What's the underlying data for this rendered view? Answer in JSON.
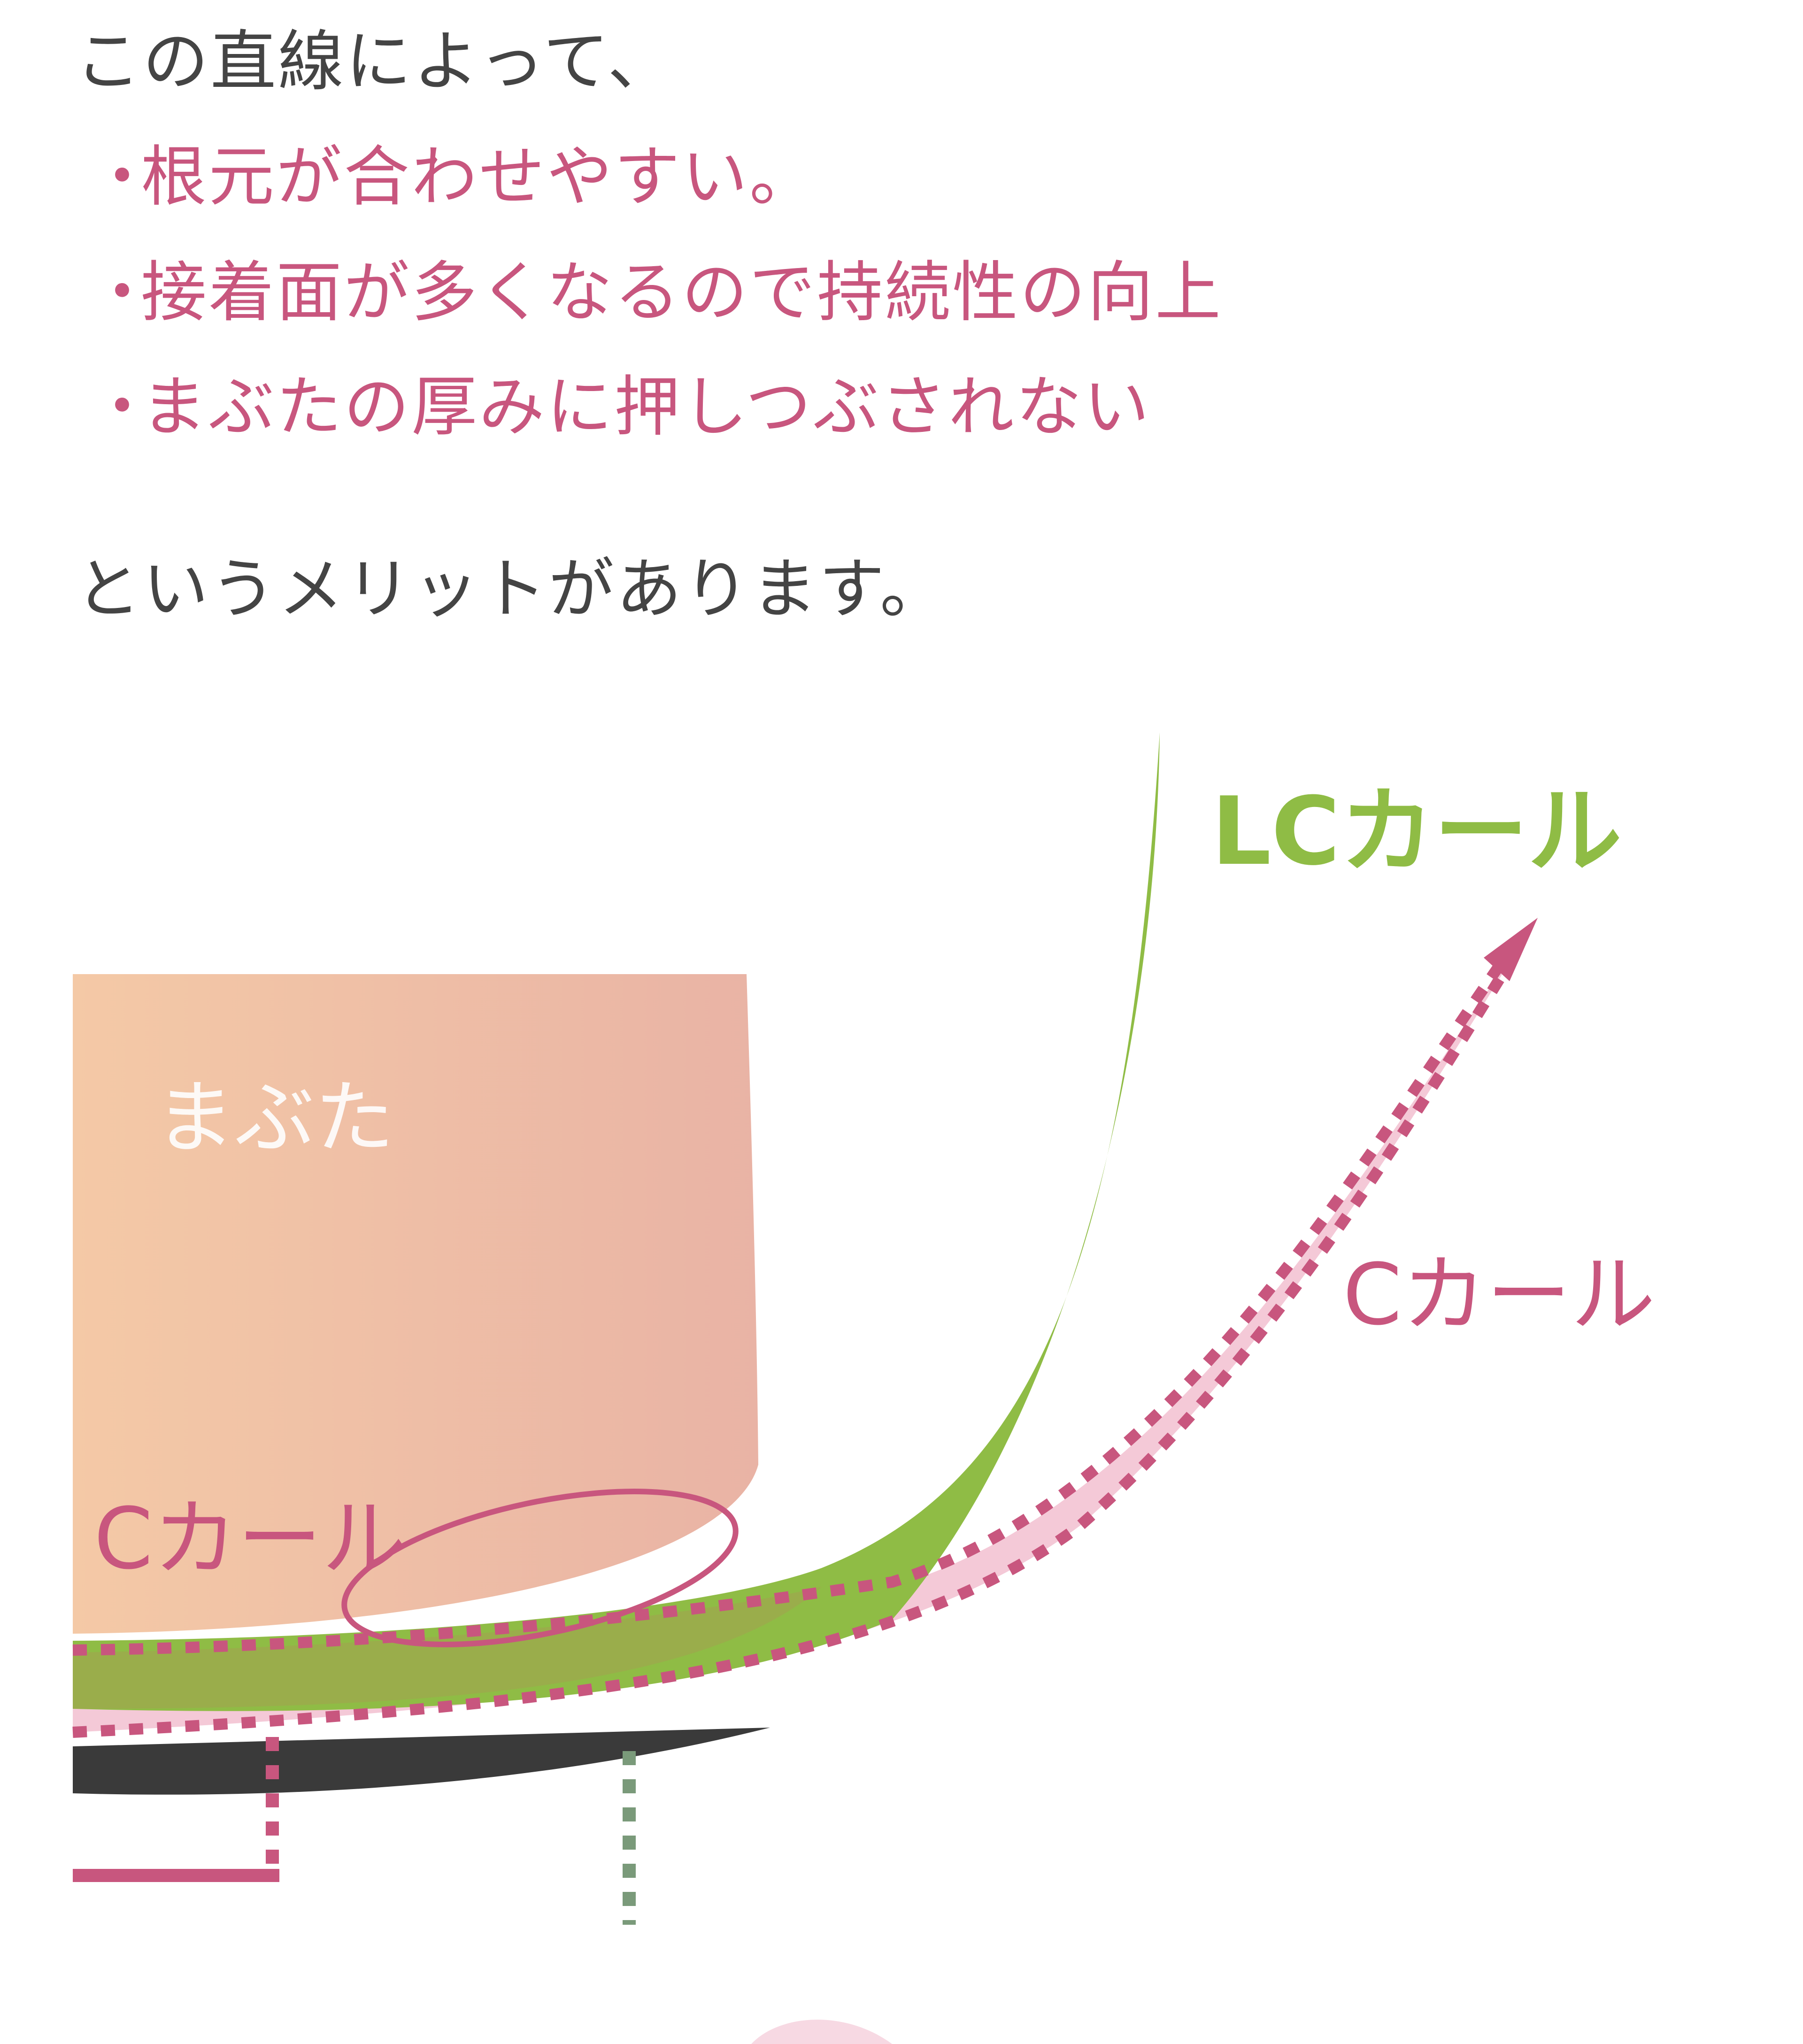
{
  "text": {
    "intro": "この直線によって、",
    "bullet_marker": "・",
    "bullets": [
      "根元が合わせやすい。",
      "接着面が多くなるので持続性の向上",
      "まぶたの厚みに押しつぶされない"
    ],
    "outro": "というメリットがあります。"
  },
  "diagram": {
    "eyelid_label": "まぶた",
    "lc_curl_label": "LCカール",
    "c_curl_label_right": "Cカール",
    "c_curl_label_left": "Cカール"
  },
  "colors": {
    "text": "#444444",
    "accent_pink": "#c8567e",
    "lc_green": "#8fbc45",
    "eyelid_light": "#f4c9a6",
    "eyelid_dark": "#e9b3a5",
    "lash_line": "#3a3a3a",
    "green_dotted": "#7a9a7a"
  }
}
